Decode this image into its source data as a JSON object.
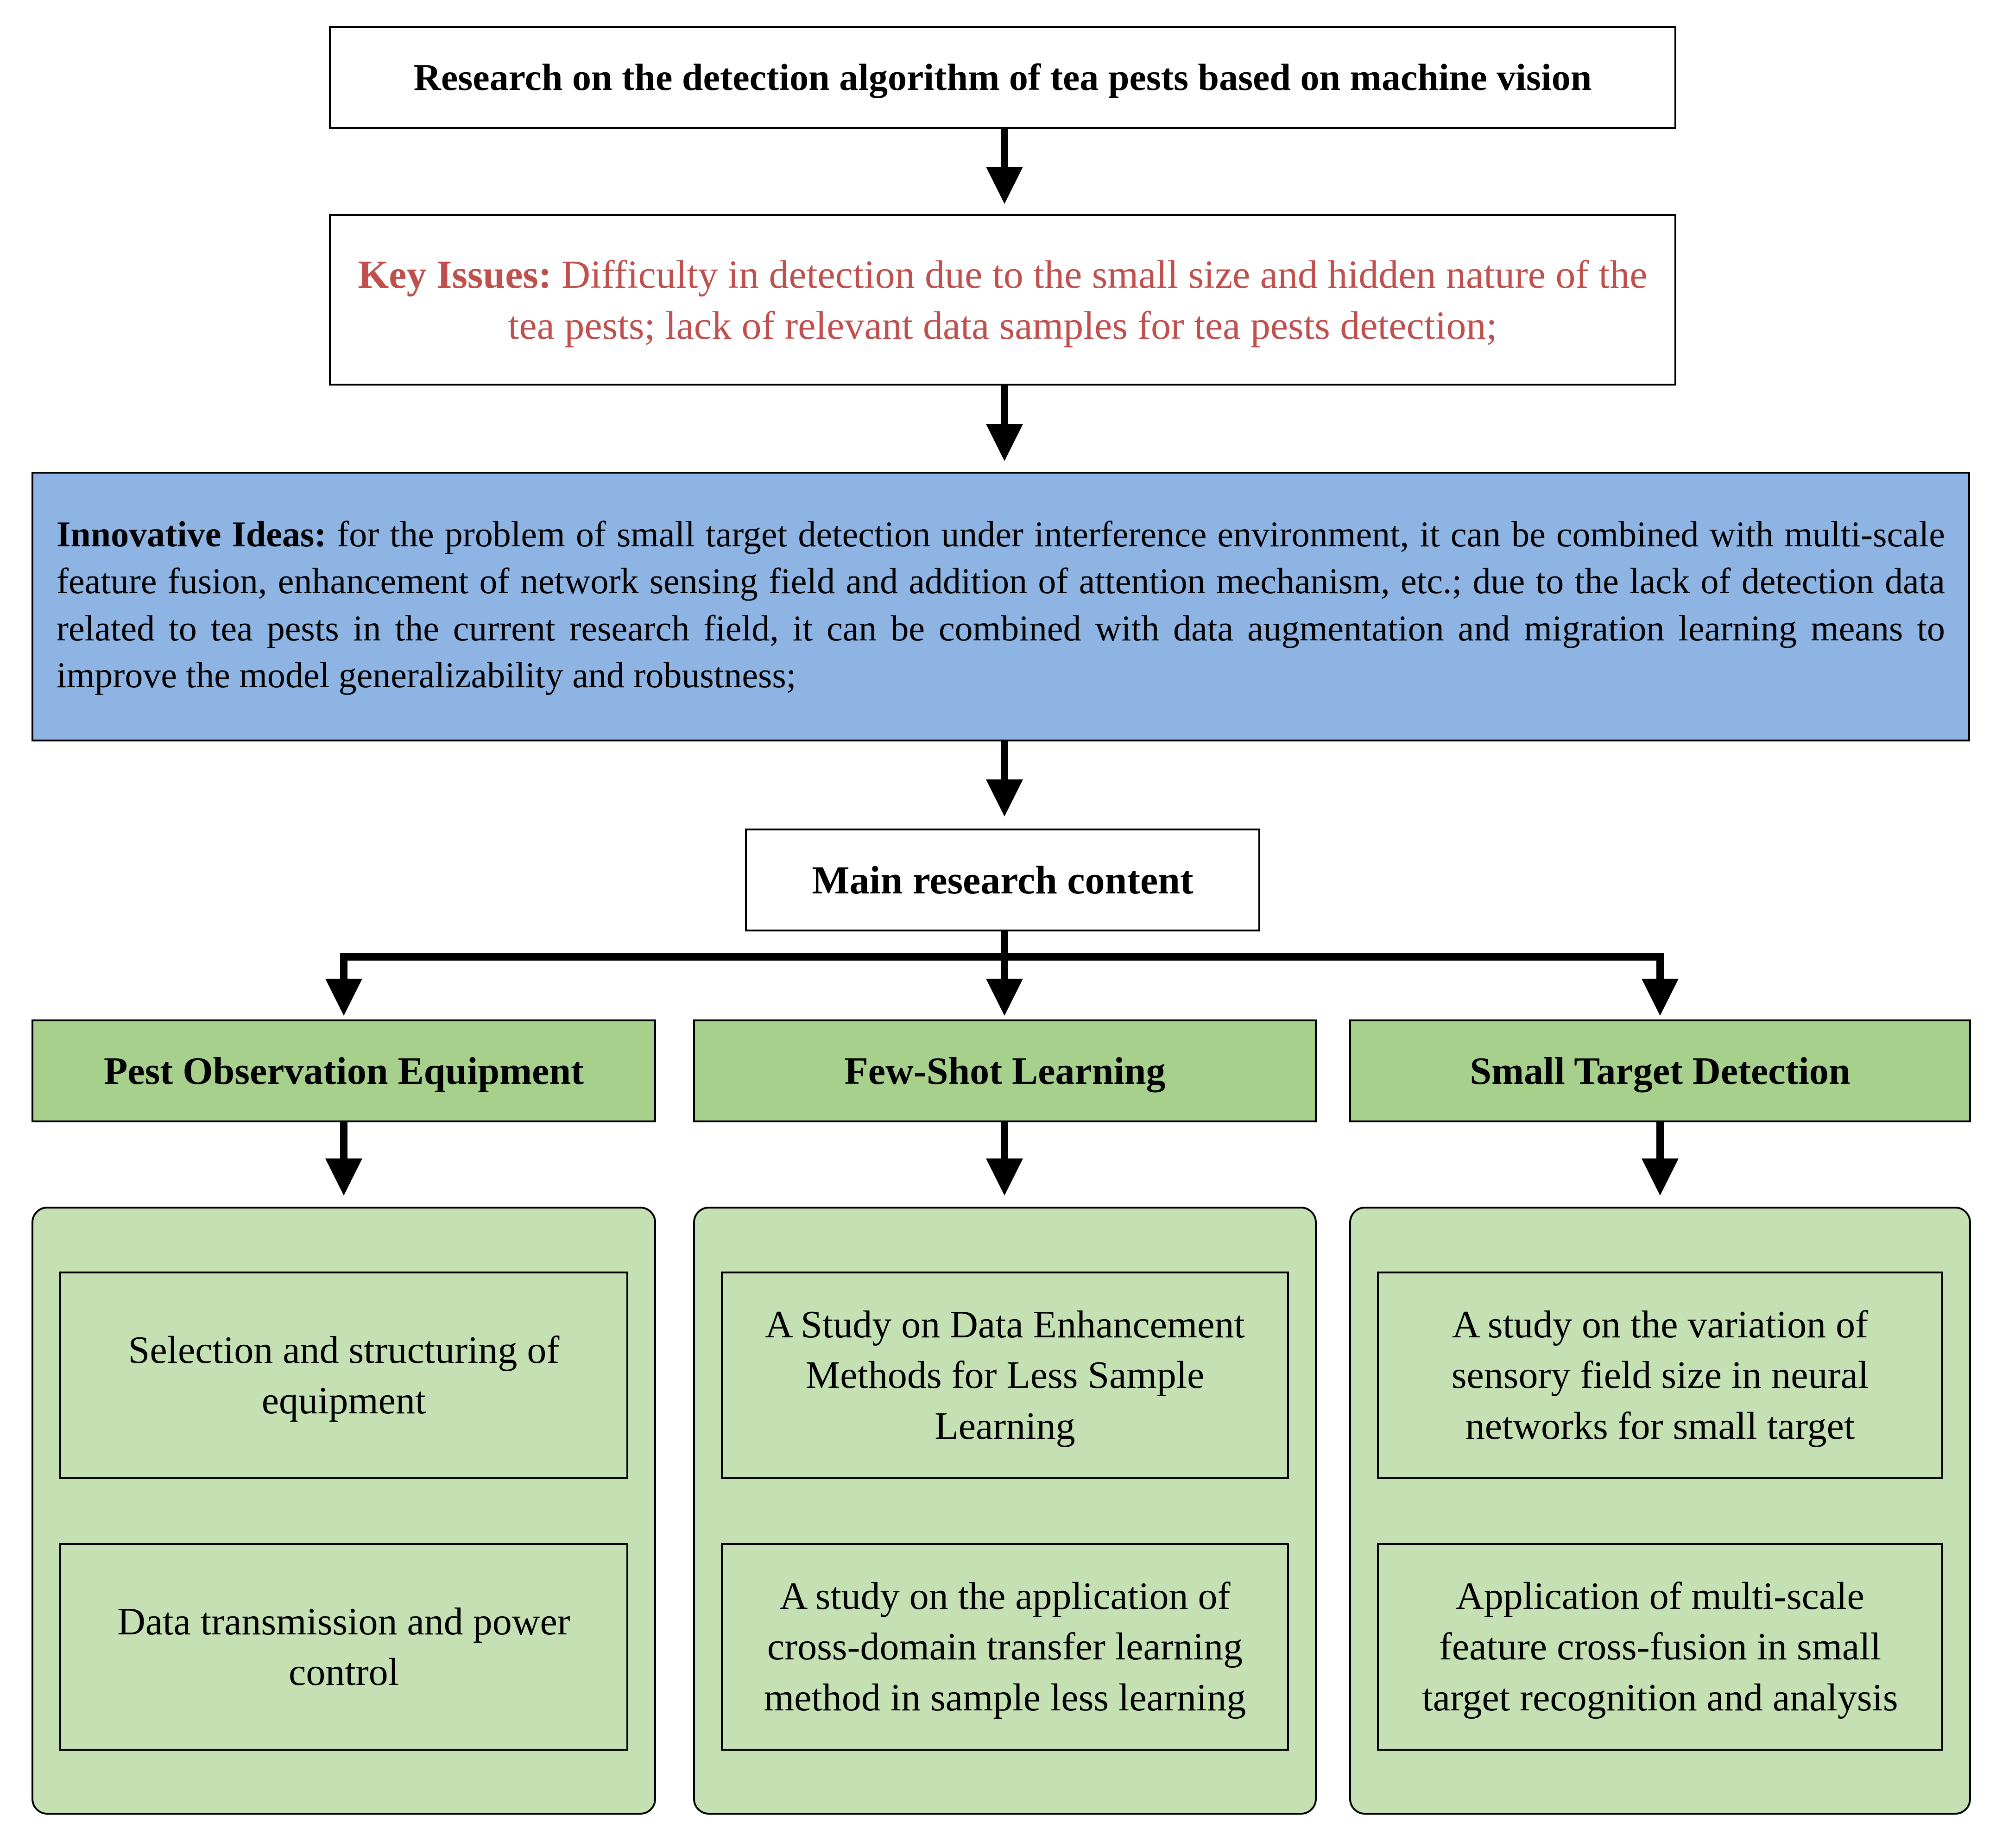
{
  "title": "Research on the detection algorithm of tea pests based on machine vision",
  "key_issues": {
    "lead": "Key Issues:",
    "text": " Difficulty in detection due to the small size and hidden nature of the tea pests; lack of relevant data samples for tea pests detection;"
  },
  "innovative_ideas": {
    "lead": "Innovative Ideas:",
    "text": " for the problem of small target detection under interference environment, it can be combined with multi-scale feature fusion, enhancement of network sensing field and addition of attention mechanism, etc.; due to the lack of detection data related to tea pests in the current research field, it can be combined with data augmentation and migration learning means to improve the model generalizability and robustness;"
  },
  "main_content": "Main research content",
  "categories": [
    {
      "title": "Pest Observation Equipment",
      "items": [
        "Selection and structuring of equipment",
        "Data transmission and power control"
      ]
    },
    {
      "title": "Few-Shot Learning",
      "items": [
        "A Study on Data Enhancement Methods for Less Sample Learning",
        "A study on the application of cross-domain transfer learning method in sample less learning"
      ]
    },
    {
      "title": "Small Target Detection",
      "items": [
        "A study on the variation of sensory field size in neural networks for small target",
        "Application of multi-scale feature cross-fusion in small target recognition and analysis"
      ]
    }
  ],
  "colors": {
    "key_issues_text": "#c0504d",
    "ideas_fill": "#8db4e2",
    "category_fill": "#a8d08d",
    "panel_fill": "#c5e0b3"
  }
}
